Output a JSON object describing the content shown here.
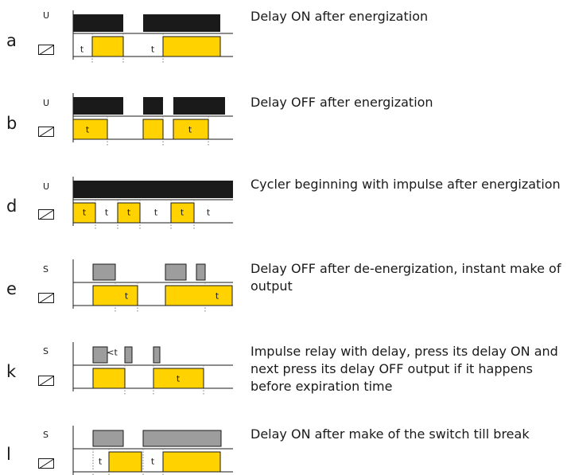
{
  "rows": [
    {
      "letter": "a",
      "signal": "U",
      "description": "Delay ON after energization"
    },
    {
      "letter": "b",
      "signal": "U",
      "description": "Delay OFF after energization"
    },
    {
      "letter": "d",
      "signal": "U",
      "description": "Cycler beginning with impulse after energization"
    },
    {
      "letter": "e",
      "signal": "S",
      "description": "Delay OFF after de-energization, instant make of output"
    },
    {
      "letter": "k",
      "signal": "S",
      "description": "Impulse relay with delay, press its delay ON and next press its delay OFF output if it happens before expiration time"
    },
    {
      "letter": "l",
      "signal": "S",
      "description": "Delay ON after make of the switch till break"
    }
  ],
  "labels": {
    "t": "t",
    "less_t": "<t"
  },
  "colors": {
    "supply": "#1a1a1a",
    "switch": "#9d9d9d",
    "output": "#ffd200",
    "outline": "#1a1a1a"
  }
}
